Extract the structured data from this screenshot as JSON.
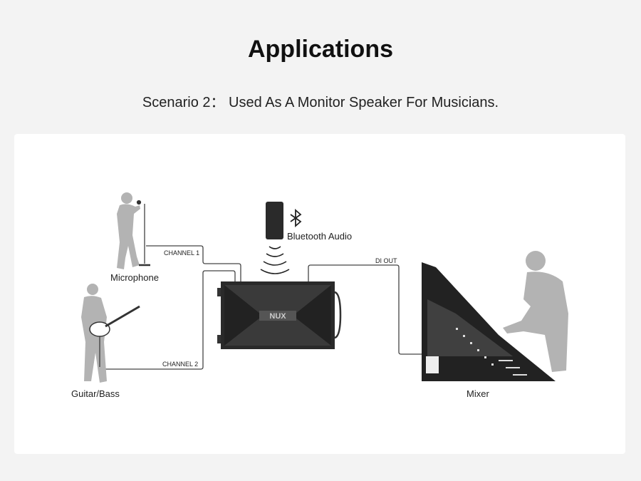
{
  "title": "Applications",
  "subtitle": "Scenario 2： Used As A Monitor Speaker For Musicians.",
  "diagram": {
    "microphone": "Microphone",
    "guitar": "Guitar/Bass",
    "bluetooth": "Bluetooth Audio",
    "channel1": "CHANNEL 1",
    "channel2": "CHANNEL 2",
    "di_out": "DI OUT",
    "mixer": "Mixer",
    "brand": "NUX"
  },
  "colors": {
    "silhouette": "#b3b3b3",
    "device": "#2a2a2a",
    "line": "#444444"
  }
}
